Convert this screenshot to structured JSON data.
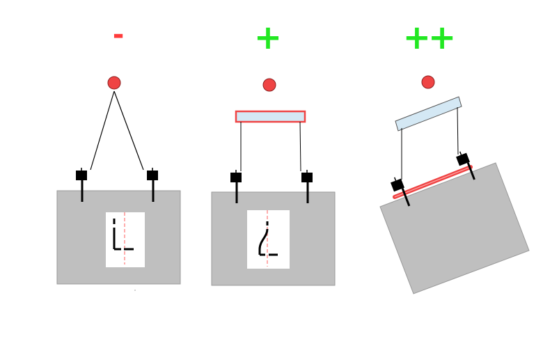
{
  "panels": [
    {
      "id": "left",
      "rating": "-",
      "rating_color": "#ff3b3b"
    },
    {
      "id": "middle",
      "rating": "+",
      "rating_color": "#22e822"
    },
    {
      "id": "right",
      "rating": "++",
      "rating_color": "#22e822"
    }
  ],
  "colors": {
    "hook": "#ef4444",
    "spreader_fill": "#d4e8f4",
    "spreader_outline_highlight": "#ef4444",
    "load_fill": "#bfbfbf",
    "load_border": "#999999",
    "clamp": "#000000",
    "centerline": "#ff8080"
  }
}
